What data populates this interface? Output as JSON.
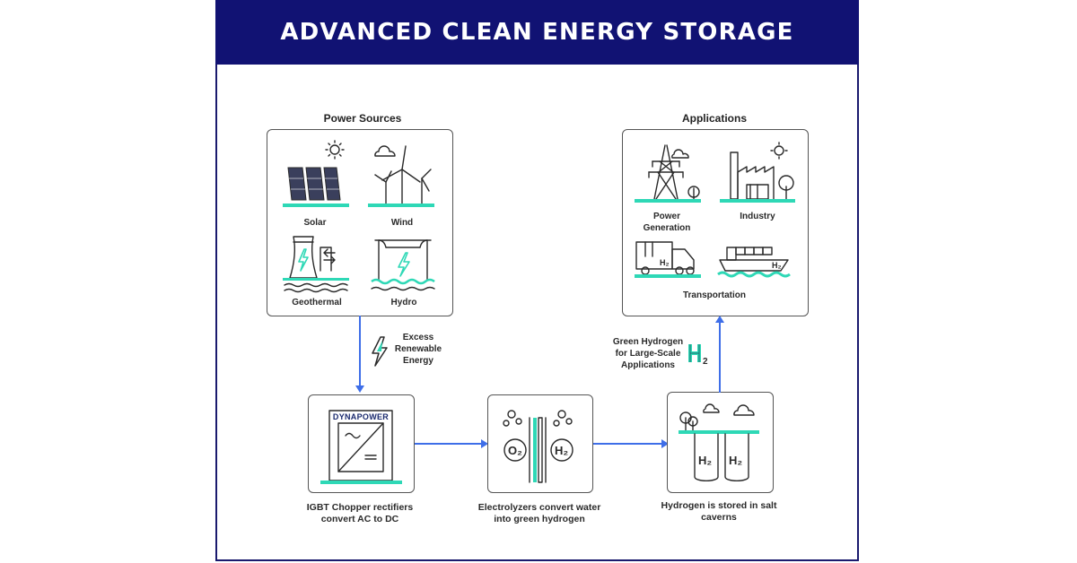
{
  "title": "ADVANCED CLEAN ENERGY STORAGE",
  "power_sources": {
    "heading": "Power Sources",
    "items": [
      {
        "label": "Solar"
      },
      {
        "label": "Wind"
      },
      {
        "label": "Geothermal"
      },
      {
        "label": "Hydro"
      }
    ]
  },
  "applications": {
    "heading": "Applications",
    "items": [
      {
        "label": "Power Generation"
      },
      {
        "label": "Industry"
      },
      {
        "label": "Transportation"
      }
    ]
  },
  "flow": {
    "excess_label": "Excess Renewable Energy",
    "green_h2_label": "Green Hydrogen for Large-Scale Applications",
    "rectifier_brand": "DYNAPOWER",
    "rectifier_caption": "IGBT Chopper rectifiers convert AC to DC",
    "electrolyzer_caption": "Electrolyzers convert water into green hydrogen",
    "storage_caption": "Hydrogen is stored in salt caverns"
  },
  "colors": {
    "banner": "#111273",
    "accent": "#2ed8b6",
    "arrow": "#3e6ee8"
  }
}
